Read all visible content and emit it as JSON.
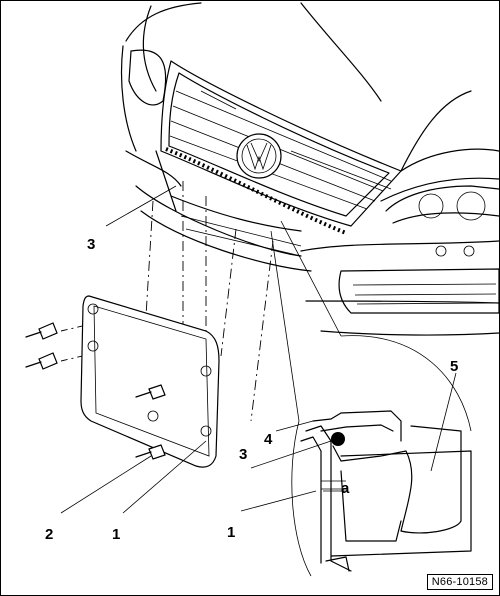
{
  "callouts": {
    "c3_top": "3",
    "c2": "2",
    "c1_left": "1",
    "c4": "4",
    "c3_detail": "3",
    "c5": "5",
    "ca": "a",
    "c1_detail": "1"
  },
  "reference_code": "N66-10158"
}
